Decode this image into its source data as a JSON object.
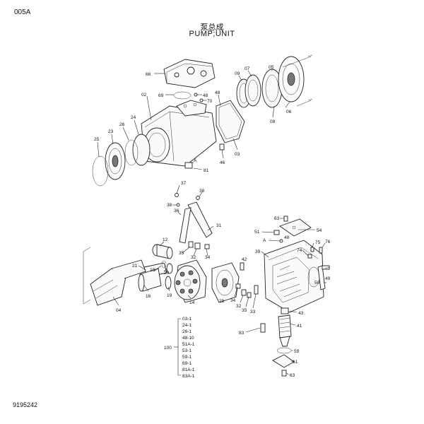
{
  "page_code": "005A",
  "title_cn": "泵总成",
  "title_en": "PUMP;UNIT",
  "footer_code": "9195242",
  "parts_upper": [
    "66",
    "69",
    "48",
    "70",
    "02",
    "48",
    "09",
    "07",
    "05",
    "06",
    "08",
    "03",
    "24",
    "26",
    "23",
    "25",
    "46",
    "A",
    "81"
  ],
  "parts_middle": [
    "37",
    "38",
    "38",
    "36",
    "31",
    "12",
    "35",
    "32",
    "34",
    "21",
    "20",
    "18",
    "16",
    "19",
    "14",
    "04",
    "42",
    "28",
    "34",
    "32",
    "35",
    "33",
    "63",
    "51",
    "A",
    "48",
    "54",
    "39",
    "75",
    "76",
    "74",
    "50",
    "49",
    "43",
    "41",
    "83",
    "59",
    "61",
    "63"
  ],
  "kit": {
    "number": "100",
    "items": [
      "03-1",
      "24-1",
      "26-1",
      "48-10",
      "51A-1",
      "53-1",
      "59-1",
      "69-1",
      "81A-1",
      "83A-1"
    ]
  }
}
